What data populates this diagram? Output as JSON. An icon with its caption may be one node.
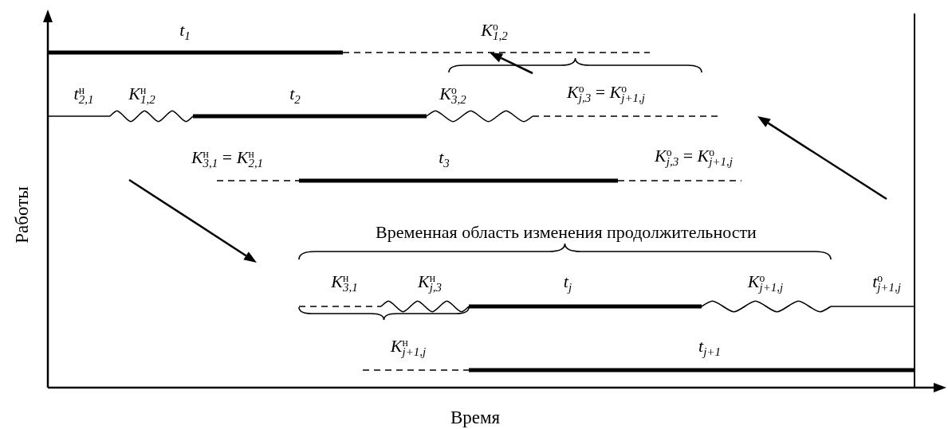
{
  "diagram": {
    "labels": [
      "*t*$_{1}$",
      "*K*$^{о}$$_{1,2}$",
      "*t*$^{н}$$_{2,1}$",
      "*K*$^{н}$$_{1,2}$",
      "*t*$_{2}$",
      "*K*$^{о}$$_{3,2}$",
      "*K*$^{о}$$_{j,3}$ = *K*$^{о}$$_{j+1,j}$",
      "*K*$^{н}$$_{3,1}$ = *K*$^{н}$$_{2,1}$",
      "*t*$_{3}$",
      "*K*$^{о}$$_{j,3}$ = *K*$^{о}$$_{j+1,j}$",
      "Временная область изменения продолжительности",
      "*K*$^{н}$$_{3,1}$",
      "*K*$^{н}$$_{j,3}$",
      "*t*$_{j}$",
      "*K*$^{о}$$_{j+1,j}$",
      "*t*$^{о}$$_{j+1,j}$",
      "*K*$^{н}$$_{j+1,j}$",
      "*t*$_{j+1}$",
      "Работы",
      "Время"
    ]
  }
}
